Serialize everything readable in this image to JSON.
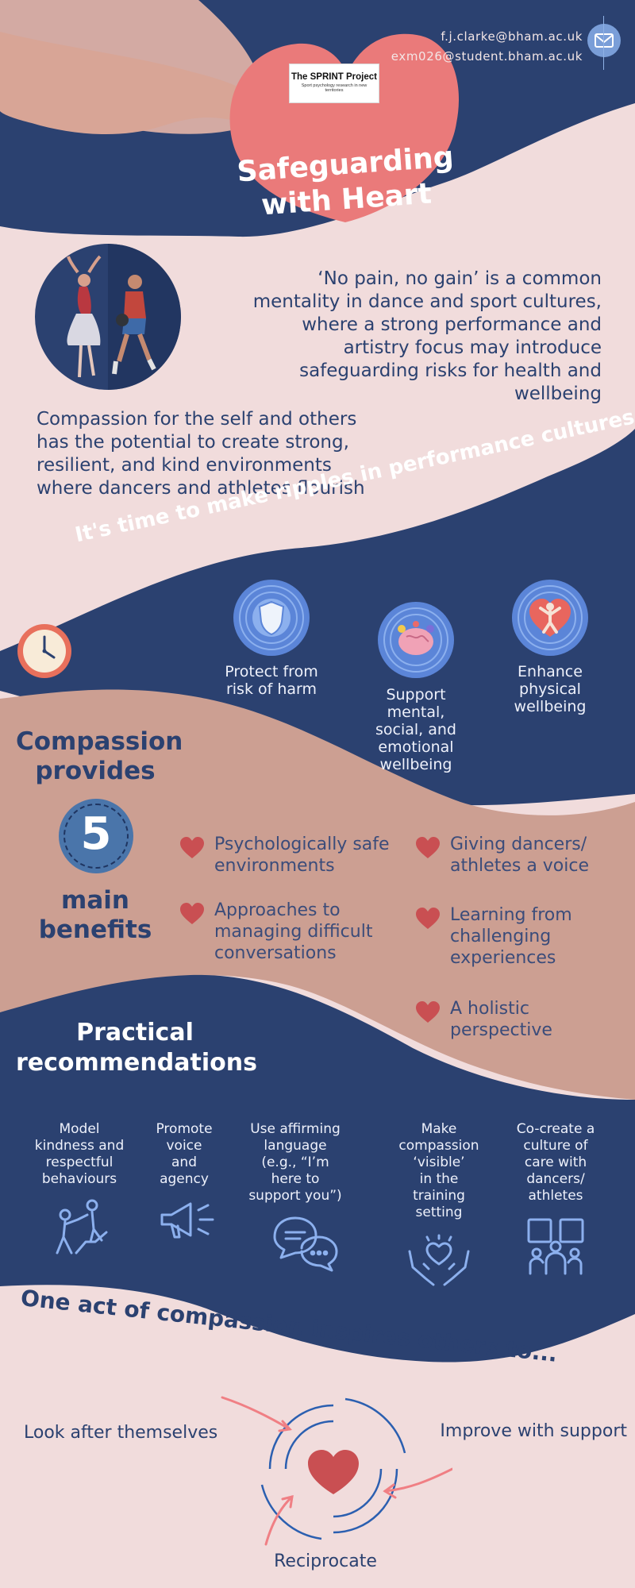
{
  "colors": {
    "navy": "#2b4170",
    "light_pink": "#f1dcdc",
    "dusty_rose": "#cc9f92",
    "heart_red": "#c94f52",
    "heart_card": "#ea7a7a",
    "ring_blue": "#5b85d8",
    "ring_light": "#8cb0ee"
  },
  "contact": {
    "emails": [
      "f.j.clarke@bham.ac.uk",
      "exm026@student.bham.ac.uk"
    ],
    "icon": "envelope-icon"
  },
  "logo": {
    "name": "The SPRINT Project",
    "tagline": "Sport psychology research in new territories"
  },
  "title": {
    "line1": "Safeguarding",
    "line2": "with Heart"
  },
  "intro": {
    "quote_lines": [
      "‘No pain, no gain’ is a common",
      "mentality in dance and sport cultures,",
      "where a strong performance and",
      "artistry focus may introduce",
      "safeguarding risks for health and",
      "wellbeing"
    ],
    "compassion_lines": [
      "Compassion for the self and others",
      "has the potential to create strong,",
      "resilient, and kind environments",
      "where dancers and athletes flourish"
    ]
  },
  "ripples": {
    "heading": "It's time to make ripples in performance cultures to:",
    "clock_icon": "clock-icon",
    "pillars": [
      {
        "icon": "shield-icon",
        "lines": [
          "Protect from",
          "risk of harm"
        ]
      },
      {
        "icon": "brain-icon",
        "lines": [
          "Support",
          "mental,",
          "social, and",
          "emotional",
          "wellbeing"
        ]
      },
      {
        "icon": "person-heart-icon",
        "lines": [
          "Enhance",
          "physical",
          "wellbeing"
        ]
      }
    ]
  },
  "benefits": {
    "heading_top": [
      "Compassion",
      "provides"
    ],
    "number": "5",
    "heading_bottom": [
      "main",
      "benefits"
    ],
    "items": [
      {
        "lines": [
          "Psychologically safe",
          "environments"
        ]
      },
      {
        "lines": [
          "Approaches to",
          "managing difficult",
          "conversations"
        ]
      },
      {
        "lines": [
          "Giving dancers/",
          "athletes a voice"
        ]
      },
      {
        "lines": [
          "Learning from",
          "challenging",
          "experiences"
        ]
      },
      {
        "lines": [
          "A holistic",
          "perspective"
        ]
      }
    ]
  },
  "recommendations": {
    "heading": [
      "Practical",
      "recommendations"
    ],
    "items": [
      {
        "icon": "helping-hand-icon",
        "lines": [
          "Model",
          "kindness and",
          "respectful",
          "behaviours"
        ]
      },
      {
        "icon": "megaphone-icon",
        "lines": [
          "Promote",
          "voice",
          "and",
          "agency"
        ]
      },
      {
        "icon": "speech-bubbles-icon",
        "lines": [
          "Use affirming",
          "language",
          "(e.g., “I’m",
          "here to",
          "support you”)"
        ]
      },
      {
        "icon": "hands-heart-icon",
        "lines": [
          "Make",
          "compassion",
          "‘visible’",
          "in the",
          "training",
          "setting"
        ]
      },
      {
        "icon": "community-icon",
        "lines": [
          "Co-create a",
          "culture of",
          "care with",
          "dancers/",
          "athletes"
        ]
      }
    ]
  },
  "inspire": {
    "heading": "One act of compassion inspires others to...",
    "left": "Look after themselves",
    "right": "Improve with support",
    "bottom": "Reciprocate",
    "center_icon": "heart-icon"
  }
}
